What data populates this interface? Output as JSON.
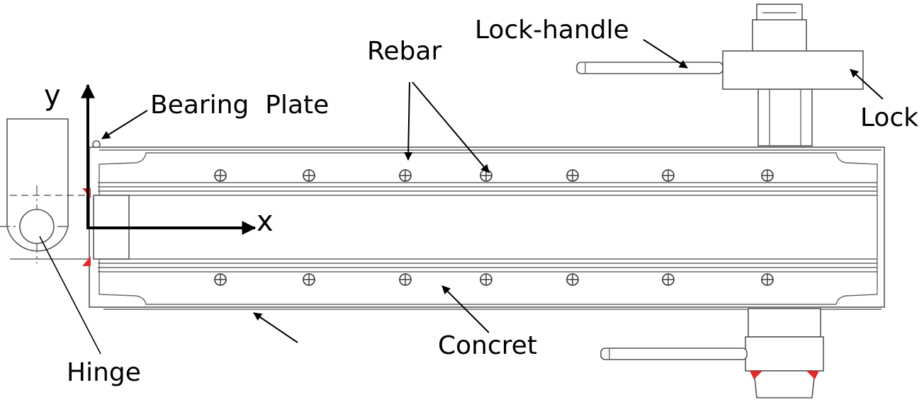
{
  "labels": {
    "lock_handle": "Lock-handle",
    "rebar": "Rebar",
    "bearing_plate": "Bearing  Plate",
    "lock": "Lock",
    "concrete": "Concret",
    "hinge": "Hinge"
  },
  "axes": {
    "x": "x",
    "y": "y"
  },
  "colors": {
    "outline": "#555555",
    "arrow": "#000000",
    "weld": "#e02a2a"
  }
}
